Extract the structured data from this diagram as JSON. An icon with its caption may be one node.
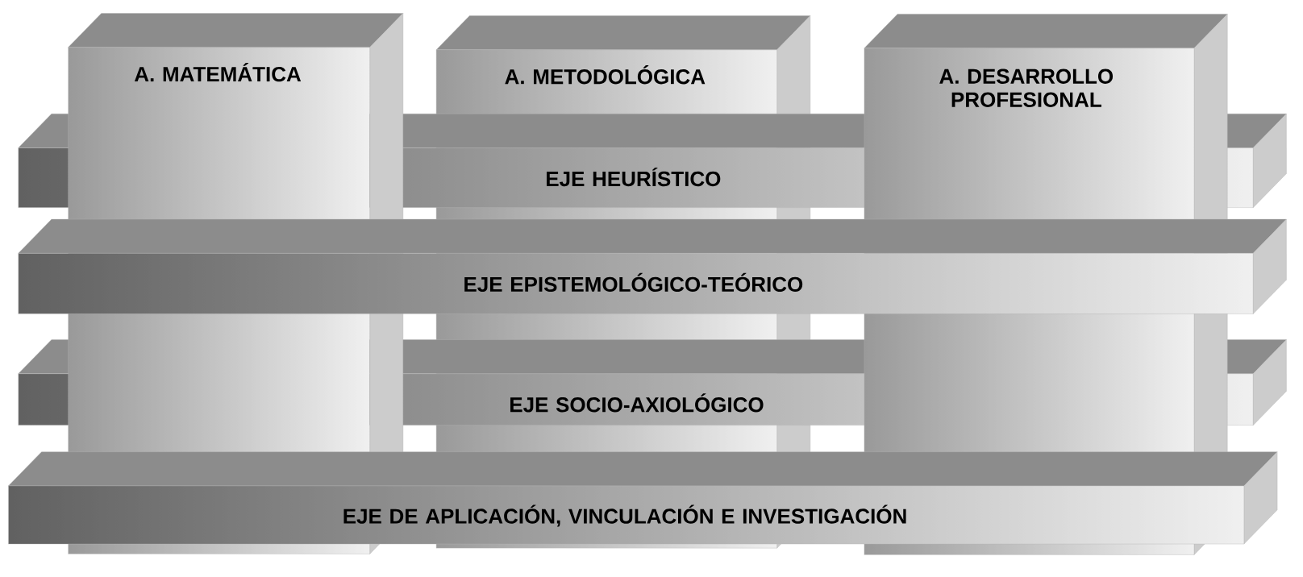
{
  "diagram": {
    "nodes": [
      {
        "text": [
          "A. MATEMÁTICA"
        ]
      },
      {
        "text": [
          "A. METODOLÓGICA"
        ]
      },
      {
        "text": [
          "A. DESARROLLO PROFESIONAL"
        ]
      },
      {
        "text": [
          "EJE HEURÍSTICO"
        ]
      },
      {
        "text": [
          "EJE EPISTEMOLÓGICO-TEÓRICO"
        ]
      },
      {
        "text": [
          "EJE SOCIO-AXIOLÓGICO"
        ]
      },
      {
        "text": [
          "EJE DE APLICACIÓN, VINCULACIÓN E INVESTIGACIÓN"
        ]
      }
    ]
  }
}
